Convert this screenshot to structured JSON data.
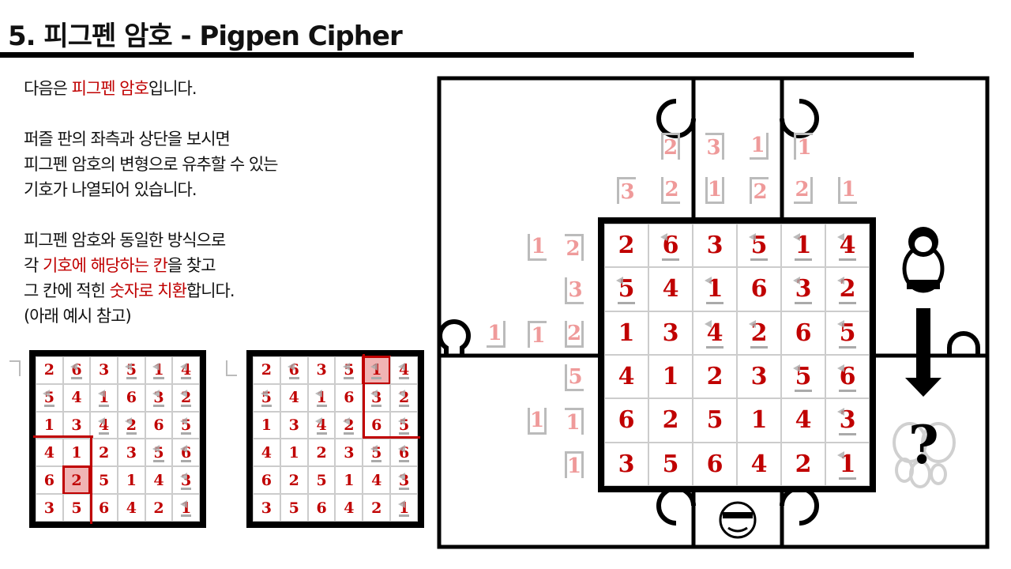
{
  "title": "5. 피그펜 암호 - Pigpen Cipher",
  "desc": {
    "l1": [
      "다음은 ",
      "피그펜 암호",
      "입니다."
    ],
    "l2": "퍼즐 판의 좌측과 상단을 보시면",
    "l3": "피그펜 암호의 변형으로 유추할 수 있는",
    "l4": "기호가 나열되어 있습니다.",
    "l5": "피그펜 암호와 동일한 방식으로",
    "l6": [
      "각 ",
      "기호에 해당하는 칸",
      "을 찾고"
    ],
    "l7": [
      "그 칸에 적힌 ",
      "숫자로 치환",
      "합니다."
    ],
    "l8": "(아래 예시 참고)"
  },
  "grid": [
    [
      2,
      6,
      3,
      5,
      1,
      4
    ],
    [
      5,
      4,
      1,
      6,
      3,
      2
    ],
    [
      1,
      3,
      4,
      2,
      6,
      5
    ],
    [
      4,
      1,
      2,
      3,
      5,
      6
    ],
    [
      6,
      2,
      5,
      1,
      4,
      3
    ],
    [
      3,
      5,
      6,
      4,
      2,
      1
    ]
  ],
  "marked": [
    [
      0,
      1
    ],
    [
      0,
      3
    ],
    [
      0,
      4
    ],
    [
      0,
      5
    ],
    [
      1,
      0
    ],
    [
      1,
      2
    ],
    [
      1,
      4
    ],
    [
      1,
      5
    ],
    [
      2,
      2
    ],
    [
      2,
      3
    ],
    [
      2,
      5
    ],
    [
      3,
      4
    ],
    [
      3,
      5
    ],
    [
      4,
      5
    ],
    [
      5,
      5
    ]
  ],
  "top_clues": [
    [
      {
        "col": 1,
        "v": "2",
        "shape": "tlr"
      },
      {
        "col": 2,
        "v": "3",
        "shape": "tr"
      },
      {
        "col": 3,
        "v": "1",
        "shape": "rb"
      },
      {
        "col": 4,
        "v": "1",
        "shape": "tl"
      }
    ],
    [
      {
        "col": 0,
        "v": "3",
        "shape": "tl"
      },
      {
        "col": 1,
        "v": "2",
        "shape": "lb"
      },
      {
        "col": 2,
        "v": "1",
        "shape": "lbr"
      },
      {
        "col": 3,
        "v": "2",
        "shape": "tl"
      },
      {
        "col": 4,
        "v": "2",
        "shape": "rb"
      },
      {
        "col": 5,
        "v": "1",
        "shape": "lb"
      }
    ]
  ],
  "left_clues": [
    [
      {
        "pos": 1,
        "v": "1",
        "shape": "lb"
      },
      {
        "pos": 2,
        "v": "2",
        "shape": "tr"
      }
    ],
    [
      {
        "pos": 2,
        "v": "3",
        "shape": "lb"
      }
    ],
    [
      {
        "pos": 0,
        "v": "1",
        "shape": "rb"
      },
      {
        "pos": 1,
        "v": "1",
        "shape": "tl"
      },
      {
        "pos": 2,
        "v": "2",
        "shape": "lbr"
      }
    ],
    [
      {
        "pos": 2,
        "v": "5",
        "shape": "lb"
      }
    ],
    [
      {
        "pos": 1,
        "v": "1",
        "shape": "lbr"
      },
      {
        "pos": 2,
        "v": "1",
        "shape": "tr"
      }
    ],
    [
      {
        "pos": 2,
        "v": "1",
        "shape": "tlr"
      }
    ]
  ],
  "examples": [
    {
      "highlight": [
        4,
        1
      ]
    },
    {
      "highlight": [
        0,
        4
      ]
    }
  ],
  "question_mark": "?"
}
